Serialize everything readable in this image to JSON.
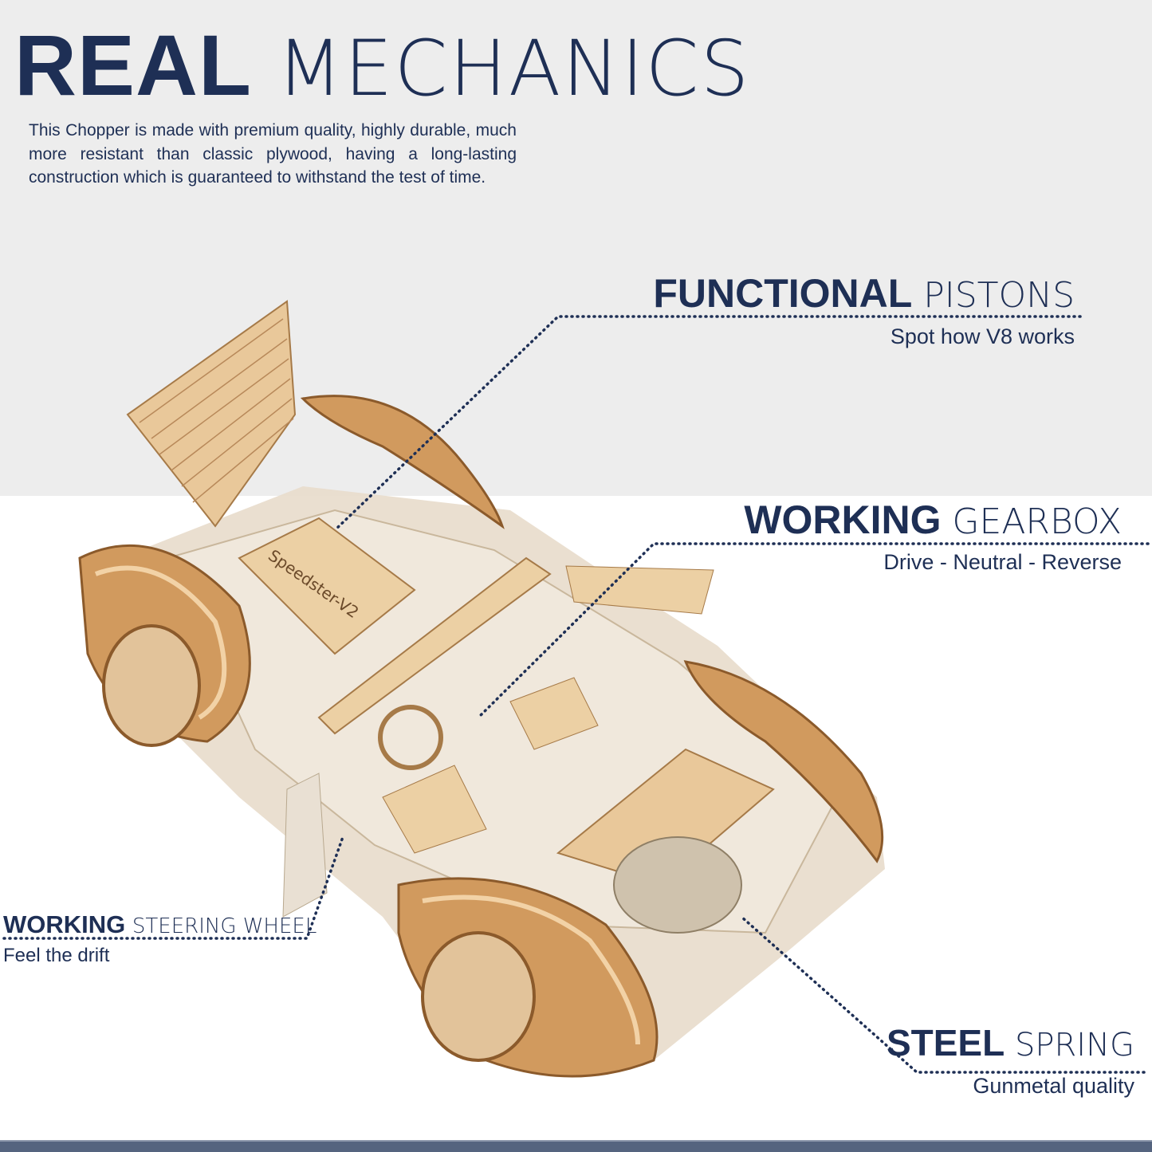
{
  "header": {
    "title_bold": "REAL",
    "title_light": "MECHANICS"
  },
  "intro": "This Chopper is made with premium quality, highly durable, much more resistant than classic plywood, having a long-lasting construction which is guaranteed to withstand the test of time.",
  "features": [
    {
      "bold": "FUNCTIONAL",
      "light": "PISTONS",
      "sub": "Spot how V8 works"
    },
    {
      "bold": "WORKING",
      "light": "GEARBOX",
      "sub": "Drive - Neutral - Reverse"
    },
    {
      "bold": "WORKING",
      "light": "STEERING WHEEL",
      "sub": "Feel the drift"
    },
    {
      "bold": "STEEL",
      "light": "SPRING",
      "sub": "Gunmetal quality"
    }
  ],
  "product": {
    "engine_plate": "Speedster-V2"
  },
  "colors": {
    "navy": "#1e2f55",
    "bar": "#55647f",
    "wood": "#d9a46a",
    "top_bg": "#ededed"
  }
}
